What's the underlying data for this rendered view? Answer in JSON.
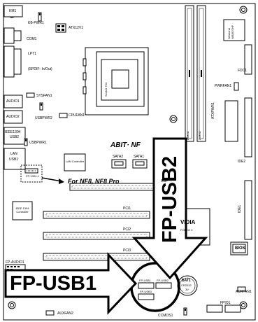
{
  "labels": {
    "km1": "KM1",
    "kb_pwr1": "KB-PWR1",
    "atx12v1": "ATX12V1",
    "com1": "COM1",
    "lpt1": "LPT1",
    "spdif": "(SPDIF- In/Out)",
    "sysfan1": "SYSFAN1",
    "audio1": "AUDIO1",
    "audio2": "AUDIO2",
    "cpufan1": "CPUFAN1",
    "usbpwr2": "USBPWR2",
    "ieee1394": "IEEE1394",
    "usb2": "USB2",
    "usbpwr1": "USBPWR1",
    "lan": "LAN",
    "usb1": "USB1",
    "fp1394_1": "FP-1394-1",
    "lan_controller": "LAN Controller",
    "sata2": "SATA2",
    "sata1": "SATA1",
    "for_nf8": "For NF8, NF8 Pro",
    "agp": "AGP",
    "ieee_controller": "IEEE 1394 Controller",
    "pci1": "PCI1",
    "pci2": "PCI2",
    "pci3": "PCI3",
    "fp_audio1": "FP-AUDIO1",
    "fp_usb1_small": "FP-USB1",
    "fp_usb2_small": "FP-USB2",
    "fp_usb3": "FP-USB3",
    "bat1": "BAT1",
    "cr2032": "CR2032",
    "bat_v": "3V",
    "fdc1": "FDC1",
    "pwrfan1": "PWRFAN1",
    "atxpwr1": "ATXPWR1",
    "ide2": "IDE2",
    "ide1": "IDE1",
    "bios": "BIOS",
    "auxfan1": "AUXFAN1",
    "auxfan2": "AUXFAN2",
    "ccmos1": "CCMOS1",
    "fpio1": "FPIO1",
    "dimm1": "DIMM1",
    "dimm2": "DIMM2",
    "socket": "Socket 754",
    "winbond": "Winbond W83627HF",
    "nvidia": "VIDIA",
    "nforce": "FORCE 3",
    "abit": "ABIT· NF"
  },
  "callouts": {
    "fp_usb1": "FP-USB1",
    "fp_usb2": "FP-USB2"
  },
  "colors": {
    "line": "#000000",
    "highlight": "#000000",
    "board": "#ffffff"
  }
}
